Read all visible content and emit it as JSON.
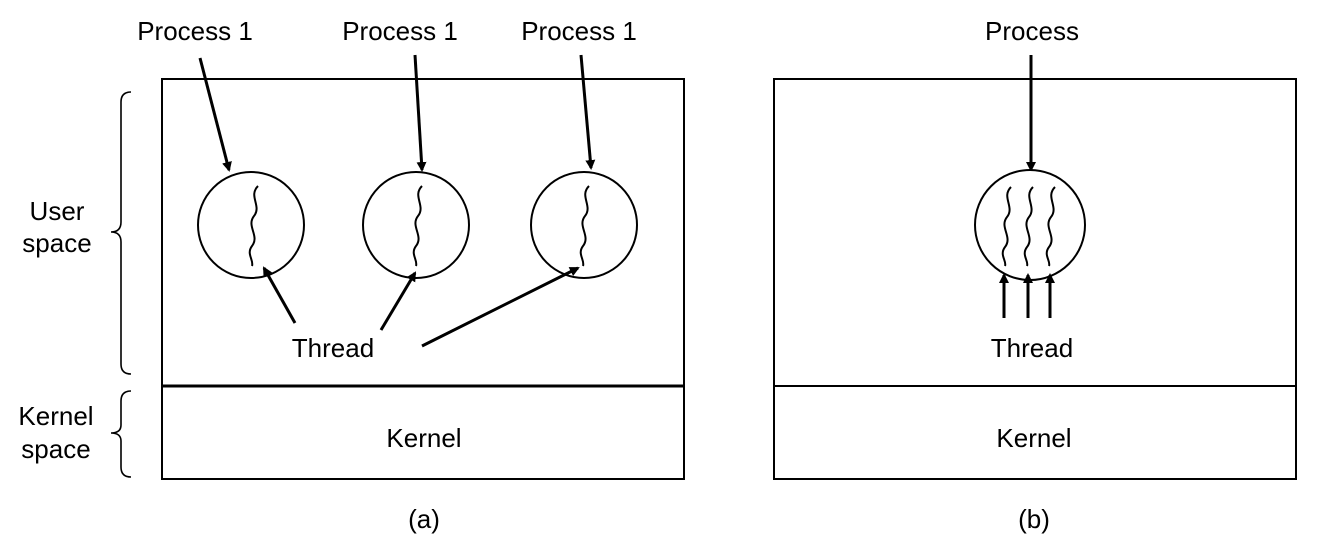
{
  "panel_a": {
    "process_labels": [
      "Process 1",
      "Process 1",
      "Process 1"
    ],
    "thread_label": "Thread",
    "kernel_label": "Kernel",
    "caption": "(a)"
  },
  "panel_b": {
    "process_label": "Process",
    "thread_label": "Thread",
    "kernel_label": "Kernel",
    "caption": "(b)"
  },
  "side_labels": {
    "user_space": [
      "User",
      "space"
    ],
    "kernel_space": [
      "Kernel",
      "space"
    ]
  }
}
